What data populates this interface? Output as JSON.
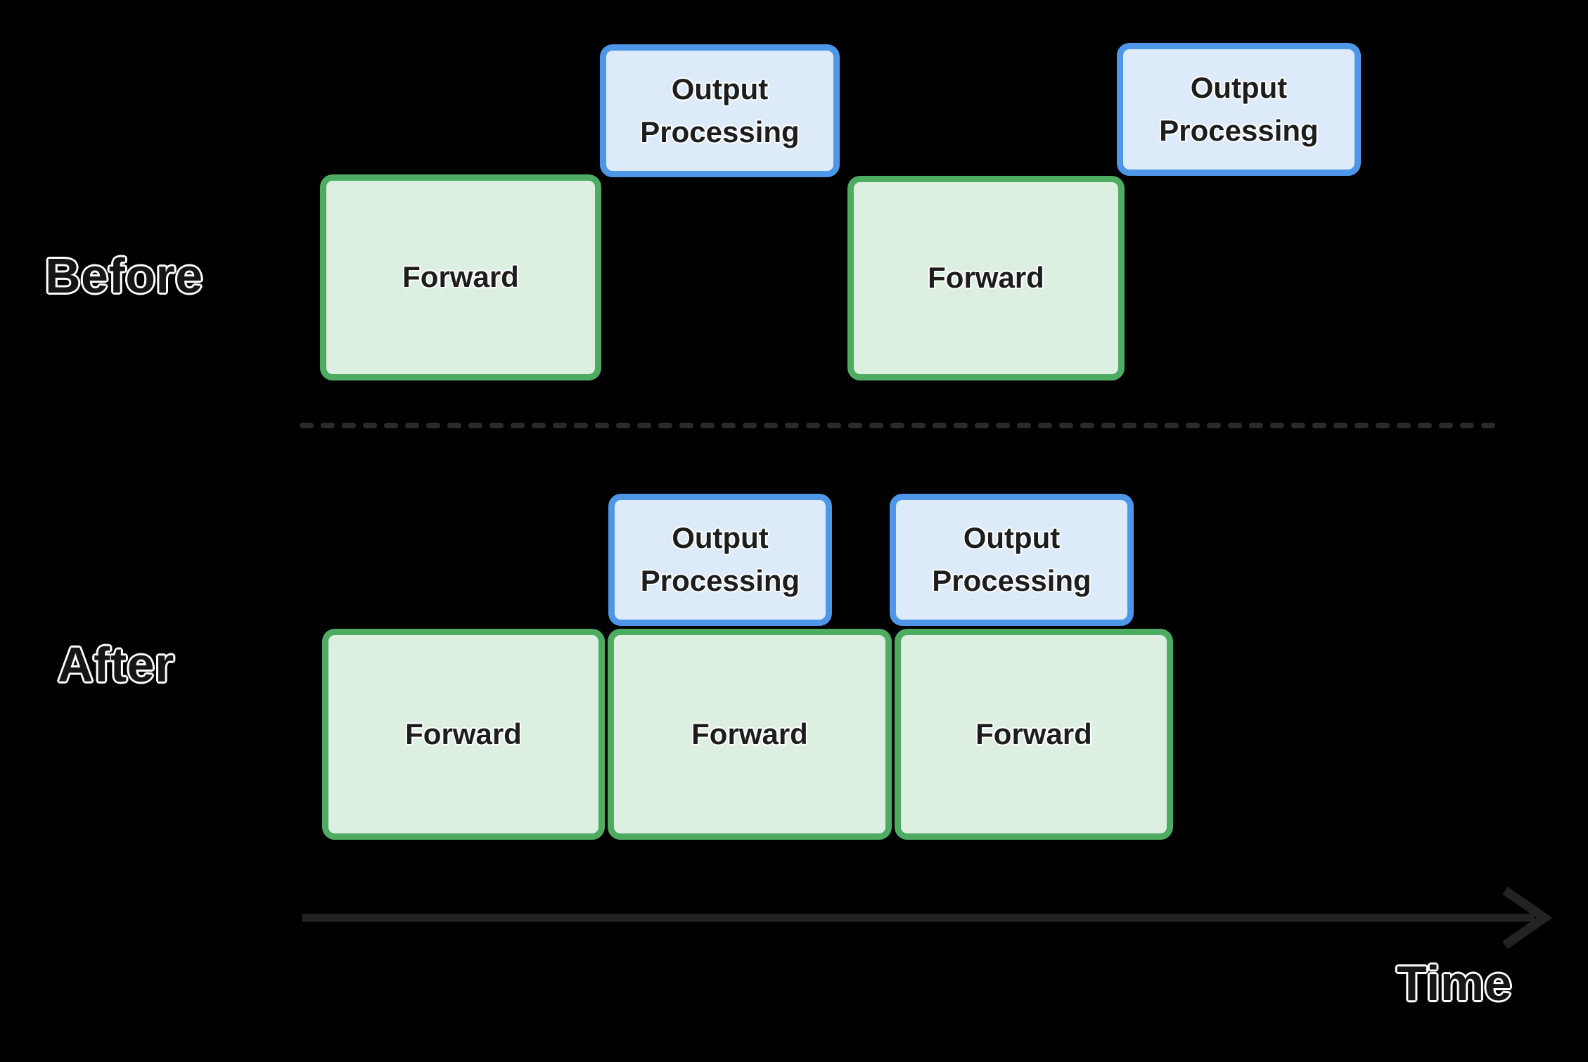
{
  "diagram": {
    "rows": [
      {
        "name": "before",
        "label": "Before",
        "boxes": [
          {
            "kind": "forward",
            "label": "Forward"
          },
          {
            "kind": "output",
            "label": "Output Processing"
          },
          {
            "kind": "forward",
            "label": "Forward"
          },
          {
            "kind": "output",
            "label": "Output Processing"
          }
        ]
      },
      {
        "name": "after",
        "label": "After",
        "boxes": [
          {
            "kind": "forward",
            "label": "Forward"
          },
          {
            "kind": "forward",
            "label": "Forward"
          },
          {
            "kind": "forward",
            "label": "Forward"
          },
          {
            "kind": "output",
            "label": "Output Processing"
          },
          {
            "kind": "output",
            "label": "Output Processing"
          }
        ]
      }
    ],
    "axis": {
      "label": "Time"
    },
    "colors": {
      "background": "#000000",
      "forward_fill": "#dcefe1",
      "forward_border": "#4dab62",
      "output_fill": "#dceafa",
      "output_border": "#4e97e8",
      "divider": "#2a2a2a",
      "axis_arrow": "#232323",
      "box_text": "#1d1d1d",
      "label_text": "#161616",
      "label_outline": "#ffffff"
    }
  }
}
